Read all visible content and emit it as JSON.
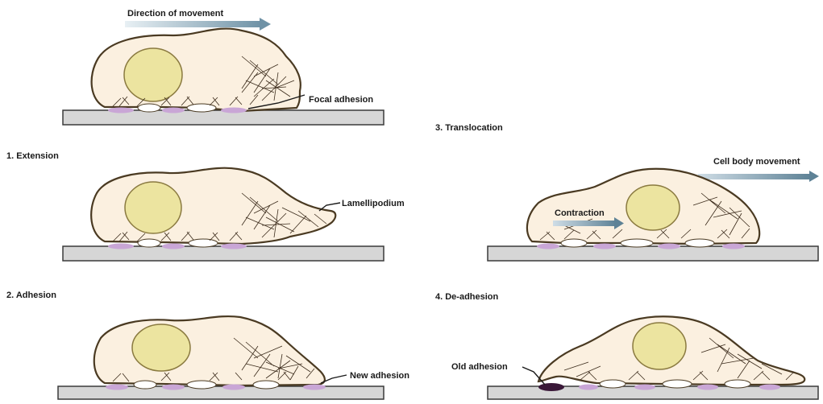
{
  "labels": {
    "direction": "Direction of movement",
    "focal_adhesion": "Focal adhesion",
    "stage1": "1. Extension",
    "lamellipodium": "Lamellipodium",
    "stage2": "2. Adhesion",
    "new_adhesion": "New adhesion",
    "stage3": "3. Translocation",
    "cell_body_movement": "Cell body movement",
    "contraction": "Contraction",
    "stage4": "4. De-adhesion",
    "old_adhesion": "Old adhesion"
  },
  "colors": {
    "cell_fill": "#fbf0e0",
    "cell_outline": "#4a3a22",
    "nucleus_fill": "#ece4a0",
    "nucleus_outline": "#8a7a40",
    "substrate_fill": "#d6d6d6",
    "substrate_outline": "#3a3a3a",
    "adhesion": "#c9a6d6",
    "old_adhesion": "#3a1838",
    "arrow": "#6f92a6",
    "actin": "#3a2a1a"
  },
  "icons": {
    "direction_arrow": "right-arrow",
    "cell_body_arrow": "right-arrow",
    "contraction_arrow": "right-arrow"
  }
}
